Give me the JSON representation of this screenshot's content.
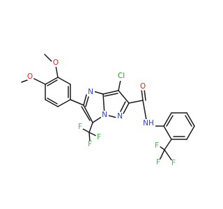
{
  "molecule": {
    "atoms": {
      "o_upper": {
        "text": "O",
        "color": "#e8221c"
      },
      "o_lower": {
        "text": "O",
        "color": "#e8221c"
      },
      "n_ring_top": {
        "text": "N",
        "color": "#2d3fcf"
      },
      "n_bridge": {
        "text": "N",
        "color": "#2d3fcf"
      },
      "n_pyrazole": {
        "text": "N",
        "color": "#2d3fcf"
      },
      "nh_amide": {
        "text": "NH",
        "color": "#2d3fcf"
      },
      "o_amide": {
        "text": "O",
        "color": "#e8221c"
      },
      "cl": {
        "text": "Cl",
        "color": "#1fa01f"
      },
      "f_a1": {
        "text": "F",
        "color": "#3fbf3f"
      },
      "f_a2": {
        "text": "F",
        "color": "#3fbf3f"
      },
      "f_a3": {
        "text": "F",
        "color": "#3fbf3f"
      },
      "f_b1": {
        "text": "F",
        "color": "#3fbf3f"
      },
      "f_b2": {
        "text": "F",
        "color": "#3fbf3f"
      },
      "f_b3": {
        "text": "F",
        "color": "#3fbf3f"
      }
    },
    "bond_color": "#1a1a1a"
  }
}
